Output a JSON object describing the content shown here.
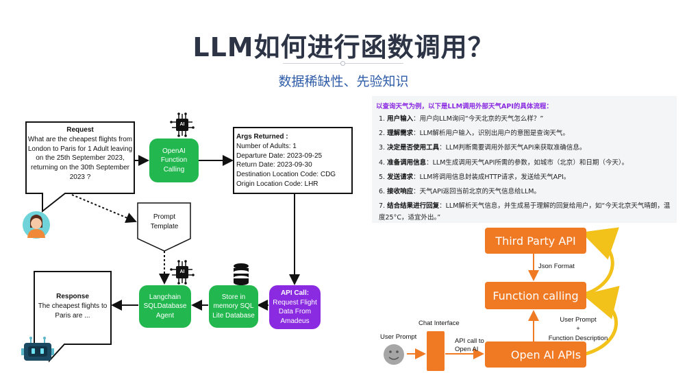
{
  "header": {
    "title": "LLM如何进行函数调用？",
    "subtitle": "数据稀缺性、先验知识"
  },
  "left_diagram": {
    "request_title": "Request",
    "request_text": "What are the cheapest flights from London to Paris for 1 Adult leaving on the 25th September 2023, returning on the 30th September 2023 ?",
    "openai_fc": "OpenAI Function Calling",
    "args_title": "Args Returned :",
    "args": [
      "Number of Adults:  1",
      "Departure Date:  2023-09-25",
      "Return Date:  2023-09-30",
      "Destination Location Code:  CDG",
      "Origin Location Code:  LHR"
    ],
    "prompt_template": "Prompt Template",
    "response_title": "Response",
    "response_text": "The cheapest flights to Paris are ...",
    "langchain": "Langchain SQLDatabase Agent",
    "store": "Store in memory SQL Lite Database",
    "api_call_title": "API Call:",
    "api_call_text": "Request Flight Data From Amadeus",
    "ai_chip_label": "AI",
    "ai_chip_label_2": "AI"
  },
  "right_panel": {
    "header": "以查询天气为例，以下是LLM调用外部天气API的具体流程：",
    "steps": [
      {
        "num": "1.",
        "title": "用户输入",
        "text": "：用户向LLM询问“今天北京的天气怎么样？”"
      },
      {
        "num": "2.",
        "title": "理解需求",
        "text": "：LLM解析用户输入，识别出用户的意图是查询天气。"
      },
      {
        "num": "3.",
        "title": "决定是否使用工具",
        "text": "：LLM判断需要调用外部天气API来获取准确信息。"
      },
      {
        "num": "4.",
        "title": "准备调用信息",
        "text": "：LLM生成调用天气API所需的参数，如城市（北京）和日期（今天）。"
      },
      {
        "num": "5.",
        "title": "发送请求",
        "text": "：LLM将调用信息封装成HTTP请求，发送给天气API。"
      },
      {
        "num": "6.",
        "title": "接收响应",
        "text": "：天气API返回当前北京的天气信息给LLM。"
      },
      {
        "num": "7.",
        "title": "结合结果进行回复",
        "text": "：LLM解析天气信息，并生成易于理解的回复给用户，如“今天北京天气晴朗，温度25°C，适宜外出。”"
      }
    ]
  },
  "right_diagram": {
    "third_party": "Third Party API",
    "json_format": "Json Format",
    "function_calling": "Function calling",
    "user_prompt_fd_1": "User Prompt",
    "user_prompt_fd_plus": "+",
    "user_prompt_fd_2": "Function Description",
    "openai_apis": "Open AI APIs",
    "chat_interface": "Chat Interface",
    "user_prompt": "User Prompt",
    "api_call_to_1": "API call to",
    "api_call_to_2": "Open AI"
  },
  "colors": {
    "green": "#22b84f",
    "purple": "#8a2be2",
    "orange": "#f07a24",
    "title": "#2c3446",
    "subtitle": "#2f5ca8"
  }
}
